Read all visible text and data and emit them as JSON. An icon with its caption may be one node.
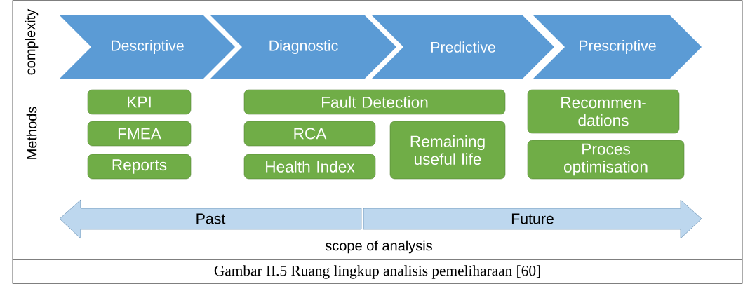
{
  "diagram": {
    "caption": "Gambar II.5 Ruang lingkup analisis pemeliharaan [60]",
    "nodes": [
      {
        "text": [
          "Descriptive"
        ]
      },
      {
        "text": [
          "Diagnostic"
        ]
      },
      {
        "text": [
          "Predictive"
        ]
      },
      {
        "text": [
          "Prescriptive"
        ]
      },
      {
        "text": [
          "KPI"
        ]
      },
      {
        "text": [
          "Fault Detection"
        ]
      },
      {
        "text": [
          "Recommen- dations"
        ]
      },
      {
        "text": [
          "FMEA"
        ]
      },
      {
        "text": [
          "RCA"
        ]
      },
      {
        "text": [
          "Remaining useful life"
        ]
      },
      {
        "text": [
          "Reports"
        ]
      },
      {
        "text": [
          "Health Index"
        ]
      },
      {
        "text": [
          "Proces optimisation"
        ]
      },
      {
        "text": [
          "Past"
        ]
      },
      {
        "text": [
          "Future"
        ]
      }
    ],
    "labels": [
      "complexity",
      "Methods",
      "scope of analysis"
    ]
  }
}
